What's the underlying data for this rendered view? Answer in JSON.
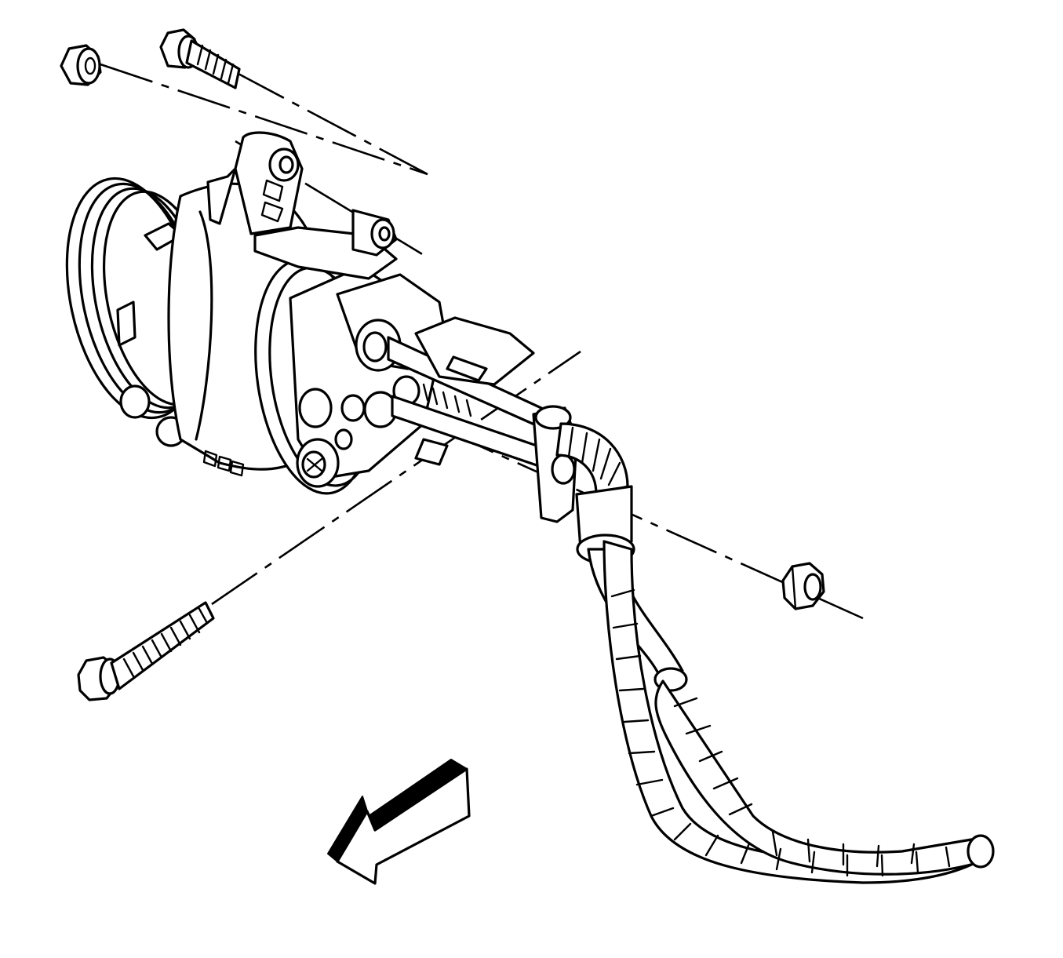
{
  "diagram": {
    "parts": [
      {
        "id": "nut-upper",
        "icon": "hex-flange-nut-icon"
      },
      {
        "id": "bolt-upper",
        "icon": "flange-bolt-icon"
      },
      {
        "id": "compressor",
        "icon": "ac-compressor-icon"
      },
      {
        "id": "mounting-bracket",
        "icon": "bracket-icon"
      },
      {
        "id": "hose-manifold",
        "icon": "hose-assembly-icon"
      },
      {
        "id": "nut-lower",
        "icon": "hex-nut-icon"
      },
      {
        "id": "bolt-lower",
        "icon": "long-bolt-icon"
      },
      {
        "id": "front-arrow",
        "icon": "direction-arrow-icon"
      }
    ],
    "colors": {
      "line": "#000000",
      "background": "#ffffff"
    }
  }
}
